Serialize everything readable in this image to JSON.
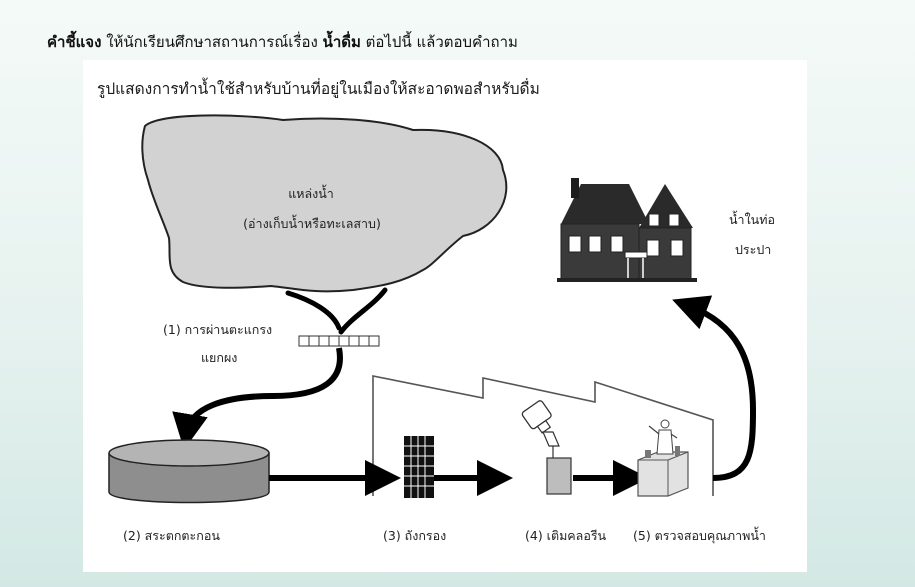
{
  "instruction": {
    "lead": "คำชี้แจง",
    "text1": " ให้นักเรียนศึกษาสถานการณ์เรื่อง ",
    "topic": "น้ำดื่ม",
    "text2": " ต่อไปนี้ แล้วตอบคำถาม"
  },
  "diagram": {
    "title": "รูปแสดงการทำน้ำใช้สำหรับบ้านที่อยู่ในเมืองให้สะอาดพอสำหรับดื่ม",
    "source": {
      "line1": "แหล่งน้ำ",
      "line2": "(อ่างเก็บน้ำหรือทะเลสาบ)"
    },
    "step1": {
      "line1": "(1) การผ่านตะแกรง",
      "line2": "แยกผง"
    },
    "step2": "(2) สระตกตะกอน",
    "step3": "(3) ถังกรอง",
    "step4": "(4) เติมคลอรีน",
    "step5": "(5) ตรวจสอบคุณภาพน้ำ",
    "house": {
      "line1": "น้ำในท่อ",
      "line2": "ประปา"
    }
  },
  "colors": {
    "cloud_fill": "#d2d2d2",
    "arrow": "#000000",
    "factory_outline": "#555555"
  }
}
